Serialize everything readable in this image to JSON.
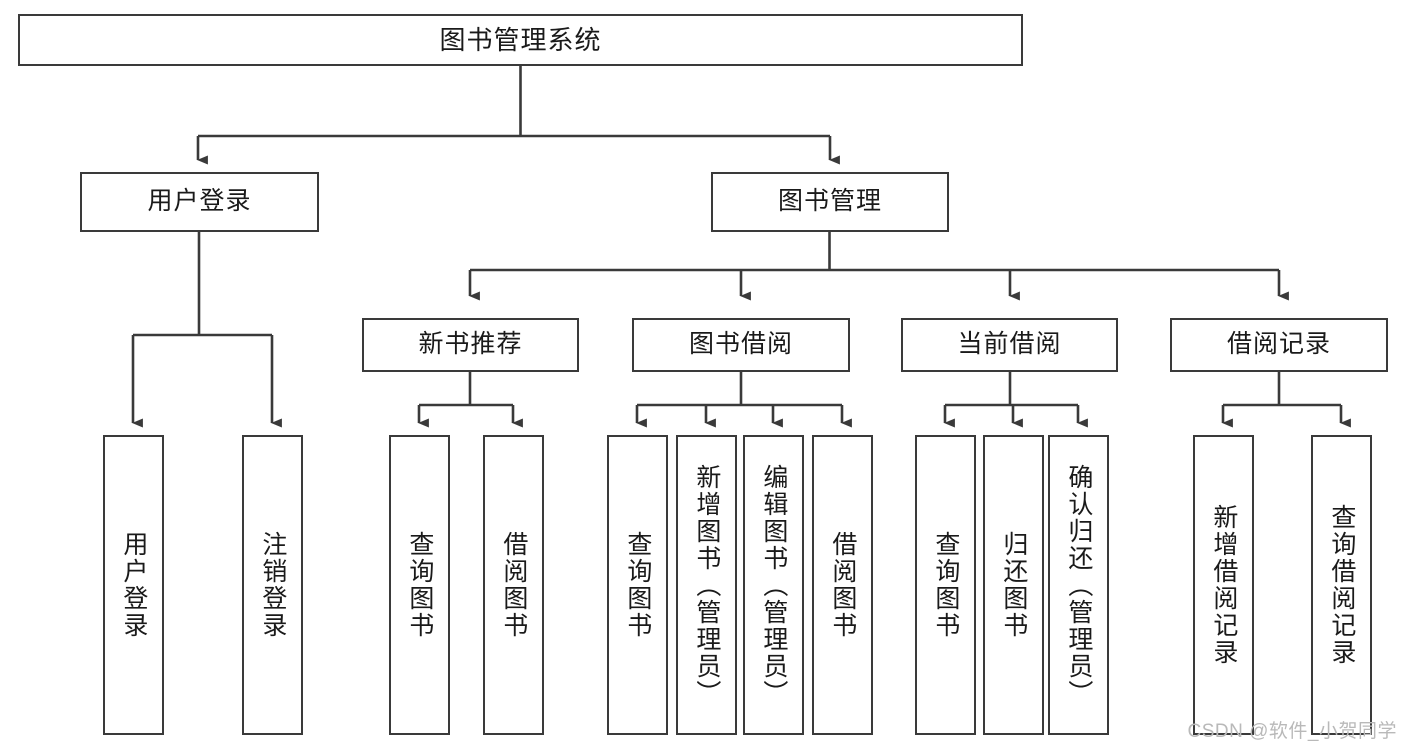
{
  "diagram": {
    "title": "图书管理系统",
    "watermark": "CSDN @软件_小贺同学",
    "stroke_color": "#3a3a3a",
    "text_color": "#1a1a1a",
    "background": "#ffffff",
    "type": "tree-hierarchy-diagram"
  },
  "nodes": {
    "root": {
      "label": "图书管理系统"
    },
    "level2": [
      {
        "id": "user-login",
        "label": "用户登录"
      },
      {
        "id": "book-management",
        "label": "图书管理"
      }
    ],
    "level3": [
      {
        "id": "new-book-recommend",
        "label": "新书推荐"
      },
      {
        "id": "book-borrow",
        "label": "图书借阅"
      },
      {
        "id": "current-borrow",
        "label": "当前借阅"
      },
      {
        "id": "borrow-record",
        "label": "借阅记录"
      }
    ],
    "leaves": [
      {
        "id": "leaf-user-login",
        "label": "用户登录",
        "parent": "user-login"
      },
      {
        "id": "leaf-user-logout",
        "label": "注销登录",
        "parent": "user-login"
      },
      {
        "id": "leaf-query-book-1",
        "label": "查询图书",
        "parent": "new-book-recommend"
      },
      {
        "id": "leaf-borrow-book-1",
        "label": "借阅图书",
        "parent": "new-book-recommend"
      },
      {
        "id": "leaf-query-book-2",
        "label": "查询图书",
        "parent": "book-borrow"
      },
      {
        "id": "leaf-add-book",
        "label": "新增图书（管理员）",
        "parent": "book-borrow"
      },
      {
        "id": "leaf-edit-book",
        "label": "编辑图书（管理员）",
        "parent": "book-borrow"
      },
      {
        "id": "leaf-borrow-book-2",
        "label": "借阅图书",
        "parent": "book-borrow"
      },
      {
        "id": "leaf-query-book-3",
        "label": "查询图书",
        "parent": "current-borrow"
      },
      {
        "id": "leaf-return-book",
        "label": "归还图书",
        "parent": "current-borrow"
      },
      {
        "id": "leaf-confirm-return",
        "label": "确认归还（管理员）",
        "parent": "current-borrow"
      },
      {
        "id": "leaf-add-record",
        "label": "新增借阅记录",
        "parent": "borrow-record"
      },
      {
        "id": "leaf-query-record",
        "label": "查询借阅记录",
        "parent": "borrow-record"
      }
    ]
  }
}
